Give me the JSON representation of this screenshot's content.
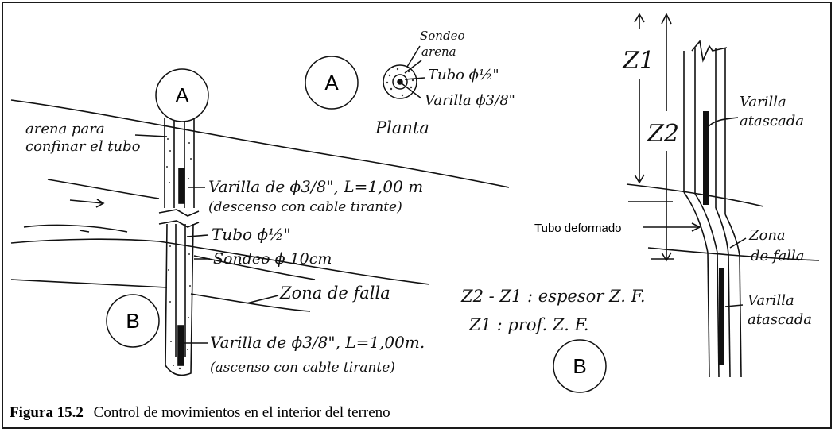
{
  "figure": {
    "caption_number": "Figura 15.2",
    "caption_text": "Control de movimientos en el interior del terreno"
  },
  "labels": {
    "circle_a_left": "A",
    "circle_a_plan": "A",
    "circle_b_left": "B",
    "circle_b_right": "B",
    "plan_sondeo": "Sondeo",
    "plan_arena": "arena",
    "plan_tubo": "Tubo ϕ½\"",
    "plan_varilla": "Varilla ϕ3/8\"",
    "plan_title": "Planta",
    "arena_line1": "arena para",
    "arena_line2": "confinar el tubo",
    "varilla_top_line1": "Varilla de ϕ3/8\", L=1,00 m",
    "varilla_top_line2": "(descenso con cable tirante)",
    "tubo_label": "Tubo ϕ½\"",
    "sondeo_label": "Sondeo ϕ 10cm",
    "zona_falla_label": "Zona de falla",
    "eq_line1": "Z2 - Z1 : espesor Z. F.",
    "eq_line2": "Z1 : prof. Z. F.",
    "varilla_bottom_line1": "Varilla de ϕ3/8\", L=1,00m.",
    "varilla_bottom_line2": "(ascenso con cable tirante)",
    "z1": "Z1",
    "z2": "Z2",
    "varilla_atascada_top_1": "Varilla",
    "varilla_atascada_top_2": "atascada",
    "tubo_deformado": "Tubo deformado",
    "zona_falla_right_1": "Zona",
    "zona_falla_right_2": "de falla",
    "varilla_atascada_bottom_1": "Varilla",
    "varilla_atascada_bottom_2": "atascada"
  }
}
